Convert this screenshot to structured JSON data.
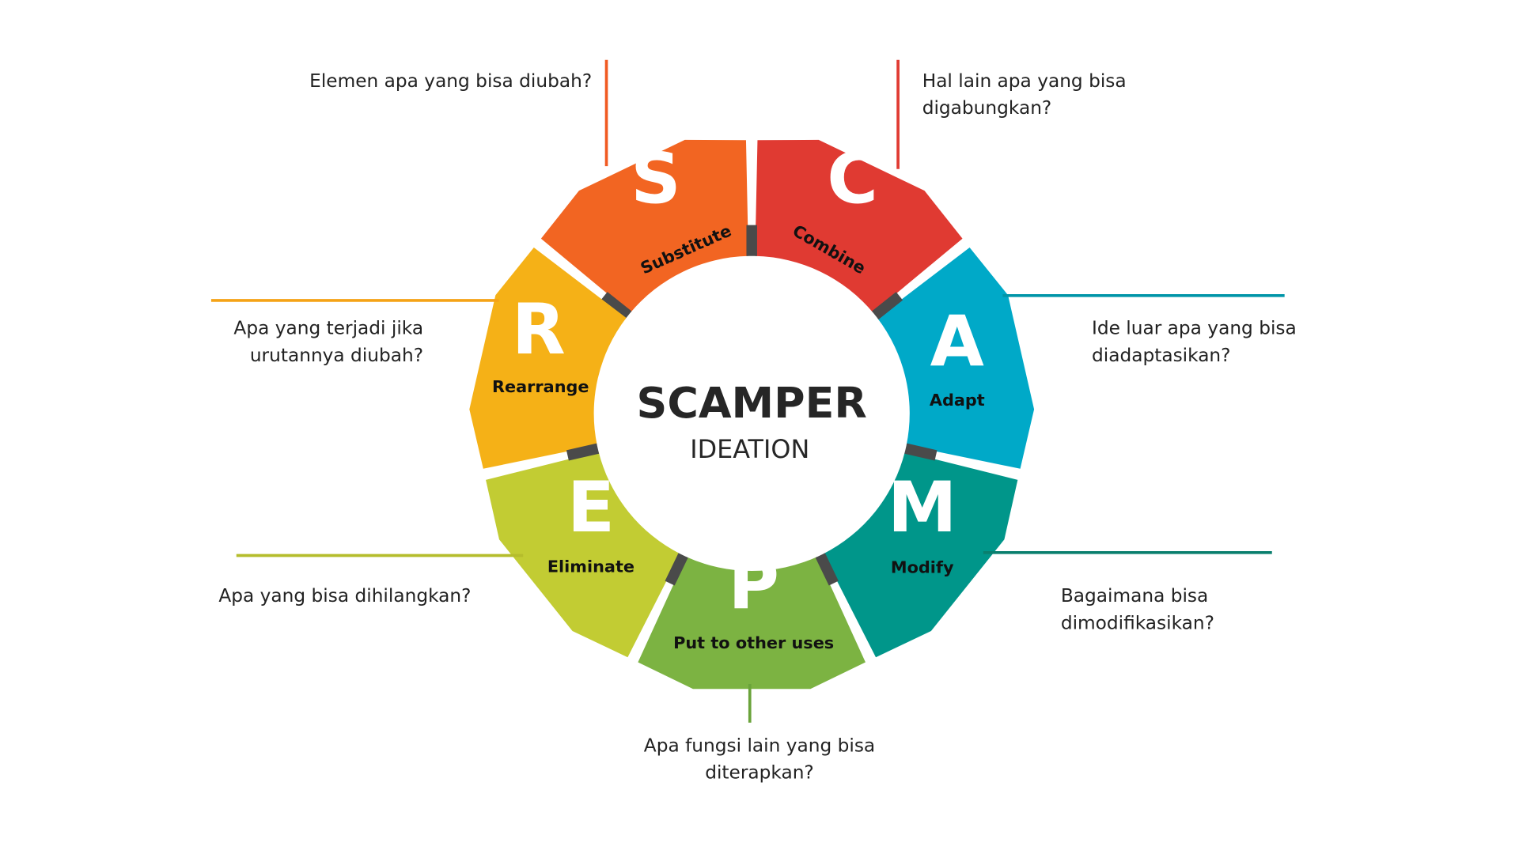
{
  "center": {
    "title": "SCAMPER",
    "subtitle": "IDEATION"
  },
  "segments": [
    {
      "letter": "S",
      "label": "Substitute",
      "color": "#f26522",
      "question": [
        "Elemen apa yang bisa diubah?"
      ]
    },
    {
      "letter": "C",
      "label": "Combine",
      "color": "#e03a32",
      "question": [
        "Hal lain apa yang bisa",
        "digabungkan?"
      ]
    },
    {
      "letter": "A",
      "label": "Adapt",
      "color": "#00a9c8",
      "question": [
        "Ide luar apa yang bisa",
        "diadaptasikan?"
      ]
    },
    {
      "letter": "M",
      "label": "Modify",
      "color": "#00968a",
      "question": [
        "Bagaimana bisa",
        "dimodifikasikan?"
      ]
    },
    {
      "letter": "P",
      "label": "Put to other uses",
      "color": "#7cb342",
      "question": [
        "Apa fungsi lain yang bisa",
        "diterapkan?"
      ]
    },
    {
      "letter": "E",
      "label": "Eliminate",
      "color": "#c2cc33",
      "question": [
        "Apa yang bisa dihilangkan?"
      ]
    },
    {
      "letter": "R",
      "label": "Rearrange",
      "color": "#f5b117",
      "question": [
        "Apa yang terjadi jika",
        "urutannya diubah?"
      ]
    }
  ]
}
